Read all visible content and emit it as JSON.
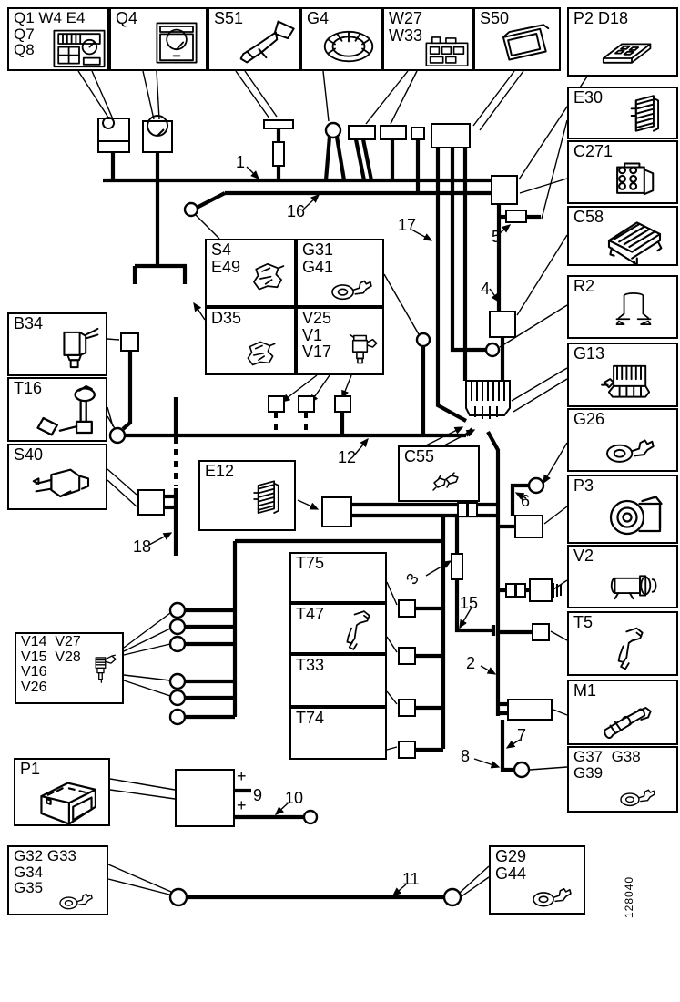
{
  "figure_code": "128040",
  "components": [
    {
      "id": "Q1",
      "labels": [
        "Q1 W4 E4",
        "Q7",
        "Q8"
      ],
      "icon": "cluster"
    },
    {
      "id": "Q4",
      "labels": [
        "Q4"
      ],
      "icon": "gauge"
    },
    {
      "id": "S51",
      "labels": [
        "S51"
      ],
      "icon": "stalk"
    },
    {
      "id": "G4",
      "labels": [
        "G4"
      ],
      "icon": "cellring"
    },
    {
      "id": "W27",
      "labels": [
        "W27",
        "W33"
      ],
      "icon": "relaybox"
    },
    {
      "id": "S50",
      "labels": [
        "S50"
      ],
      "icon": "pad"
    },
    {
      "id": "P2",
      "labels": [
        "P2 D18"
      ],
      "icon": "fusebox"
    },
    {
      "id": "E30",
      "labels": [
        "E30"
      ],
      "icon": "finmodule"
    },
    {
      "id": "C271",
      "labels": [
        "C271"
      ],
      "icon": "connector6"
    },
    {
      "id": "C58",
      "labels": [
        "C58"
      ],
      "icon": "ecubig"
    },
    {
      "id": "R2",
      "labels": [
        "R2"
      ],
      "icon": "cylinder"
    },
    {
      "id": "G13",
      "labels": [
        "G13"
      ],
      "icon": "comb"
    },
    {
      "id": "G26",
      "labels": [
        "G26"
      ],
      "icon": "ring"
    },
    {
      "id": "P3",
      "labels": [
        "P3"
      ],
      "icon": "alternator"
    },
    {
      "id": "V2",
      "labels": [
        "V2"
      ],
      "icon": "compressor"
    },
    {
      "id": "T5",
      "labels": [
        "T5"
      ],
      "icon": "hooksensor"
    },
    {
      "id": "M1",
      "labels": [
        "M1"
      ],
      "icon": "starter"
    },
    {
      "id": "G37",
      "labels": [
        "G37  G38",
        "G39"
      ],
      "icon": "ring"
    },
    {
      "id": "B34",
      "labels": [
        "B34"
      ],
      "icon": "cubesensor"
    },
    {
      "id": "T16",
      "labels": [
        "T16"
      ],
      "icon": "fuelsender"
    },
    {
      "id": "S40",
      "labels": [
        "S40"
      ],
      "icon": "switchpart"
    },
    {
      "id": "S4",
      "labels": [
        "S4",
        "E49"
      ],
      "icon": "sensor3d"
    },
    {
      "id": "G31",
      "labels": [
        "G31",
        "G41"
      ],
      "icon": "ring"
    },
    {
      "id": "D35",
      "labels": [
        "D35"
      ],
      "icon": "sensor3d"
    },
    {
      "id": "V25",
      "labels": [
        "V25",
        "V1",
        "V17"
      ],
      "icon": "valve"
    },
    {
      "id": "E12",
      "labels": [
        "E12"
      ],
      "icon": "finmodule"
    },
    {
      "id": "C55",
      "labels": [
        "C55"
      ],
      "icon": "parts"
    },
    {
      "id": "T75",
      "labels": [
        "T75"
      ],
      "icon": "plugsensor"
    },
    {
      "id": "T47",
      "labels": [
        "T47"
      ],
      "icon": "hooksensor"
    },
    {
      "id": "T33",
      "labels": [
        "T33"
      ],
      "icon": "plugsensor"
    },
    {
      "id": "T74",
      "labels": [
        "T74"
      ],
      "icon": "plugsensor"
    },
    {
      "id": "VINJ",
      "labels": [
        "V14  V27",
        "V15  V28",
        "V16",
        "V26"
      ],
      "icon": "injector"
    },
    {
      "id": "P1",
      "labels": [
        "P1"
      ],
      "icon": "battery"
    },
    {
      "id": "G32",
      "labels": [
        "G32 G33",
        "G34",
        "G35"
      ],
      "icon": "ring"
    },
    {
      "id": "G29",
      "labels": [
        "G29",
        "G44"
      ],
      "icon": "ring"
    }
  ],
  "wire_numbers": [
    "1",
    "2",
    "3",
    "4",
    "5",
    "6",
    "7",
    "8",
    "9",
    "10",
    "11",
    "12",
    "15",
    "16",
    "17",
    "18"
  ],
  "battery_markings": [
    "+",
    "+"
  ]
}
